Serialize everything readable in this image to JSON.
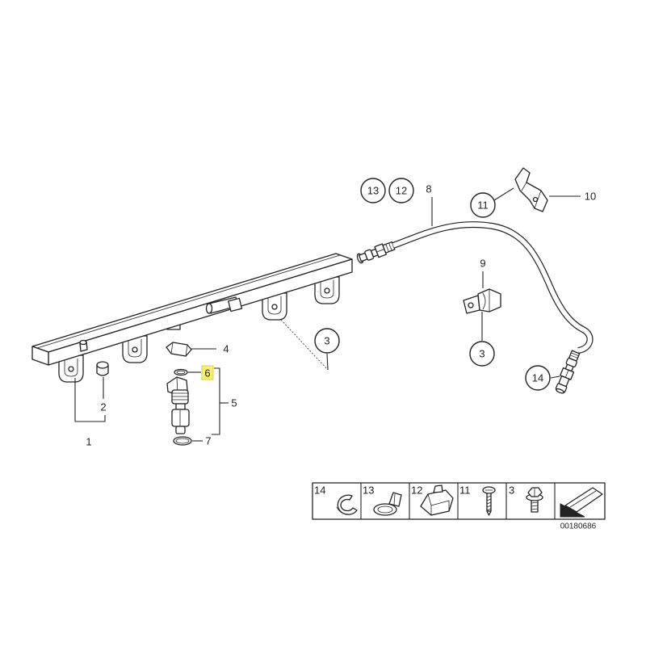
{
  "colors": {
    "line": "#222222",
    "background": "#ffffff",
    "highlight": "#f7f26a"
  },
  "callouts": {
    "rail": "1",
    "cap": "2",
    "bolt_rail": "3",
    "clip_4": "4",
    "injector": "5",
    "o_ring_upper": "6",
    "o_ring_lower": "7",
    "hose": "8",
    "holder": "9",
    "bracket": "10",
    "part_11": "11",
    "part_12": "12",
    "part_13": "13",
    "part_14": "14",
    "bolt_holder": "3"
  },
  "legend": {
    "cells": [
      {
        "label": "14",
        "icon": "band-clamp-icon"
      },
      {
        "label": "13",
        "icon": "hose-clamp-icon"
      },
      {
        "label": "12",
        "icon": "clip-icon"
      },
      {
        "label": "11",
        "icon": "screw-icon"
      },
      {
        "label": "3",
        "icon": "hex-bolt-icon"
      },
      {
        "icon": "arrow-icon"
      }
    ]
  },
  "drawing_number": "00180686"
}
